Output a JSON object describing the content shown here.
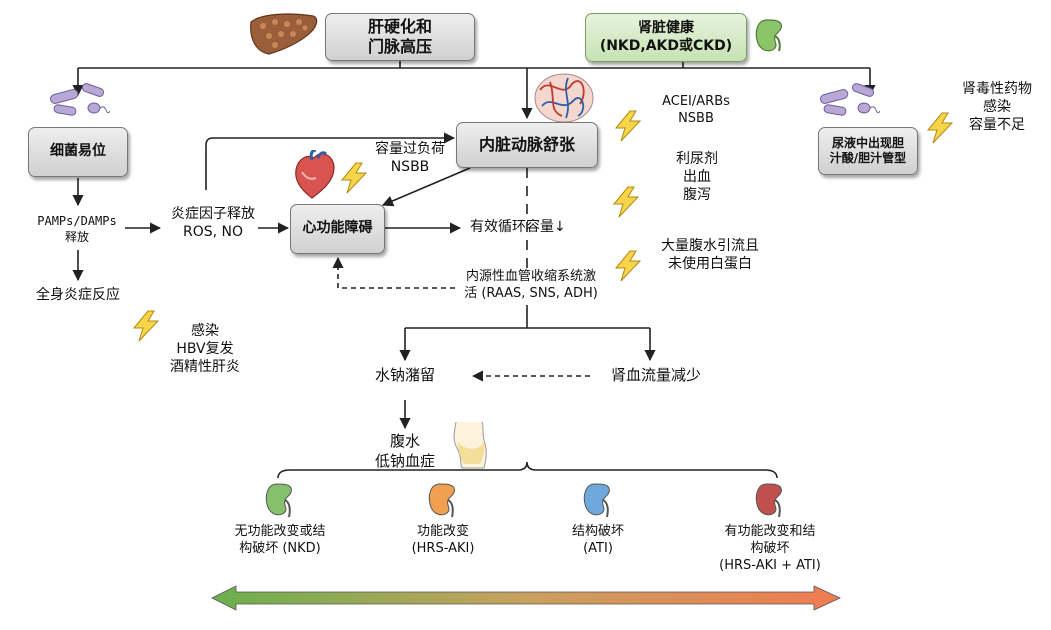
{
  "nodes": {
    "cirrhosis": "肝硬化和\n门脉高压",
    "kidney_health": "肾脏健康\n(NKD,AKD或CKD)",
    "bacterial_translocation": "细菌易位",
    "splanchnic_vasodilation": "内脏动脉舒张",
    "bile_acid": "尿液中出现胆\n汁酸/胆汁管型",
    "cardiac_dysfunction": "心功能障碍"
  },
  "labels": {
    "pamps": "PAMPs/DAMPs\n释放",
    "inflammation": "炎症因子释放\nROS, NO",
    "sirs": "全身炎症反应",
    "sirs_triggers": "感染\nHBV复发\n酒精性肝炎",
    "volume_overload": "容量过负荷\nNSBB",
    "ace": "ACEI/ARBs\nNSBB",
    "diuretics": "利尿剂\n出血\n腹泻",
    "effective_volume": "有效循环容量↓",
    "paracentesis": "大量腹水引流且\n未使用白蛋白",
    "vasoconstrictor": "内源性血管收缩系统激\n活 (RAAS, SNS, ADH)",
    "nephrotoxic": "肾毒性药物\n感染\n容量不足",
    "water_retention": "水钠潴留",
    "renal_flow": "肾血流量减少",
    "ascites": "腹水\n低钠血症"
  },
  "outcomes": [
    {
      "label": "无功能改变或结\n构破坏 (NKD)",
      "color": "#86c06a"
    },
    {
      "label": "功能改变\n(HRS-AKI)",
      "color": "#f0a050"
    },
    {
      "label": "结构破坏\n(ATI)",
      "color": "#6fa8dc"
    },
    {
      "label": "有功能改变和结\n构破坏\n(HRS-AKI + ATI)",
      "color": "#c0504d"
    }
  ],
  "colors": {
    "arrow_left": "#6ab04c",
    "arrow_right": "#f07b50",
    "bolt_fill": "#f7d54a",
    "bolt_stroke": "#b08a10"
  }
}
